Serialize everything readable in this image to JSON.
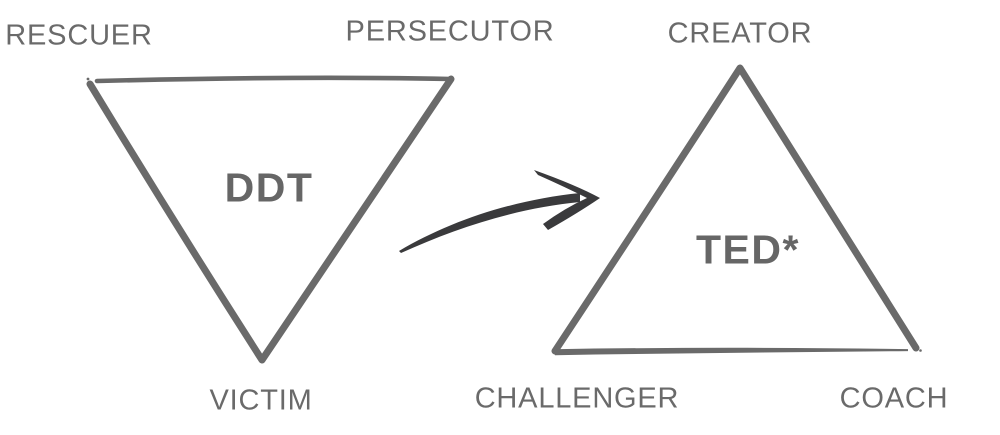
{
  "diagram": {
    "title": "DDT to TED* transformation diagram",
    "background_color": "#ffffff",
    "triangle_stroke_color": "#6a6a6a",
    "arrow_color": "#3a3a3c",
    "label_color": "#6a6a6a",
    "left_triangle": {
      "name": "DDT",
      "orientation": "inverted",
      "corners": {
        "top_left": "RESCUER",
        "top_right": "PERSECUTOR",
        "bottom": "VICTIM"
      }
    },
    "right_triangle": {
      "name": "TED*",
      "orientation": "upright",
      "corners": {
        "top": "CREATOR",
        "bottom_left": "CHALLENGER",
        "bottom_right": "COACH"
      }
    },
    "arrow": {
      "direction": "left-to-right",
      "style": "hand-drawn curved swoosh"
    }
  }
}
